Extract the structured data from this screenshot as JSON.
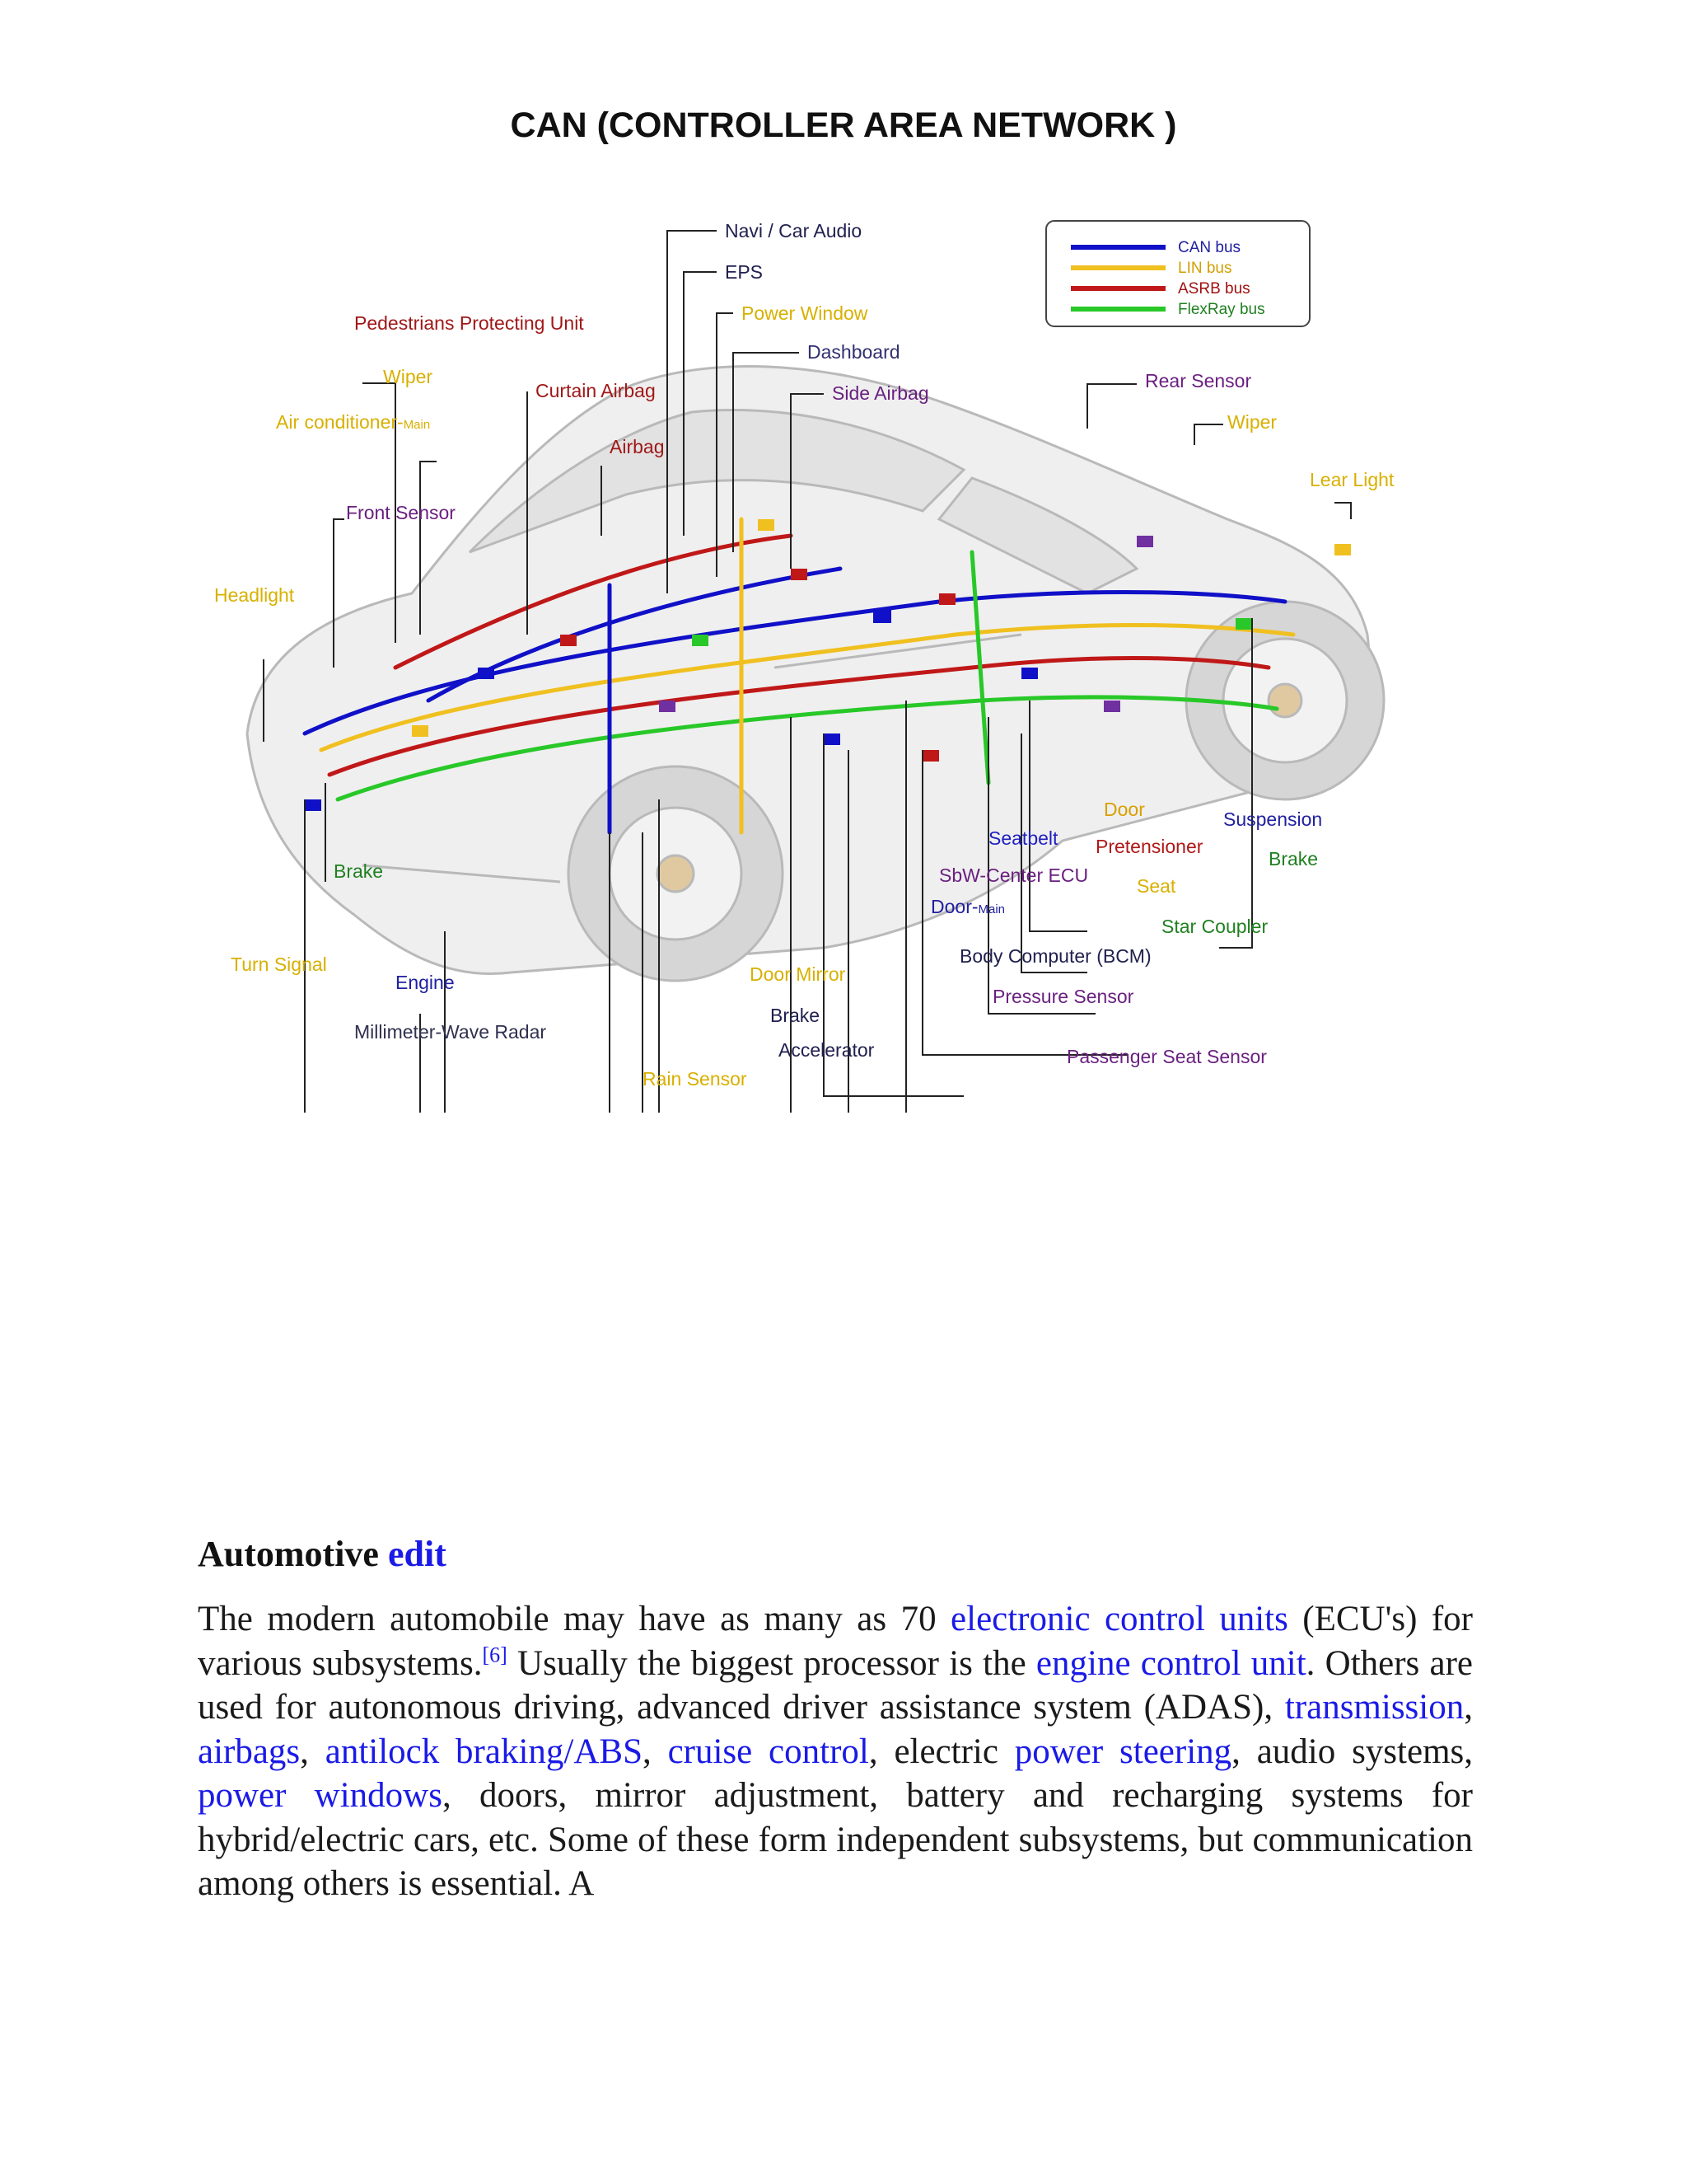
{
  "title": "CAN  (CONTROLLER AREA NETWORK )",
  "diagram": {
    "legend": [
      {
        "label": "CAN bus",
        "color": "#1010c8"
      },
      {
        "label": "LIN bus",
        "color": "#f0c020"
      },
      {
        "label": "ASRB bus",
        "color": "#c01818"
      },
      {
        "label": "FlexRay bus",
        "color": "#28c828"
      }
    ],
    "labels": {
      "navi": "Navi / Car Audio",
      "eps": "EPS",
      "power_window": "Power Window",
      "dashboard": "Dashboard",
      "side_airbag": "Side Airbag",
      "pedestrians": "Pedestrians Protecting Unit",
      "wiper_front": "Wiper",
      "curtain_airbag": "Curtain Airbag",
      "air_conditioner": "Air conditioner-",
      "air_conditioner_sub": "Main",
      "airbag": "Airbag",
      "front_sensor": "Front Sensor",
      "headlight": "Headlight",
      "rear_sensor": "Rear Sensor",
      "wiper_rear": "Wiper",
      "rear_light": "Lear Light",
      "door": "Door",
      "seatbelt": "Seatbelt",
      "pretensioner": "Pretensioner",
      "suspension": "Suspension",
      "brake_rear": "Brake",
      "sbw": "SbW-Center ECU",
      "seat": "Seat",
      "door_main": "Door-",
      "door_main_sub": "Main",
      "star_coupler": "Star Coupler",
      "bcm": "Body Computer (BCM)",
      "pressure_sensor": "Pressure Sensor",
      "door_mirror": "Door Mirror",
      "brake_center": "Brake",
      "accelerator": "Accelerator",
      "passenger_seat": "Passenger Seat Sensor",
      "rain_sensor": "Rain Sensor",
      "brake_front": "Brake",
      "turn_signal": "Turn Signal",
      "engine": "Engine",
      "radar": "Millimeter-Wave Radar"
    }
  },
  "section": {
    "heading": "Automotive",
    "edit": "edit"
  },
  "paragraph": {
    "t1": "The modern automobile may have as many as 70 ",
    "l1": "electronic control units",
    "t2": " (ECU's) for various subsystems.",
    "ref": "[6]",
    "t3": " Usually the biggest processor is the ",
    "l2": "engine control unit",
    "t4": ". Others are used for autonomous driving, advanced driver assistance system (ADAS), ",
    "l3": "transmission",
    "t5": ", ",
    "l4": "airbags",
    "t6": ", ",
    "l5": "antilock braking/ABS",
    "t7": ", ",
    "l6": "cruise control",
    "t8": ", electric ",
    "l7": "power steering",
    "t9": ", audio systems, ",
    "l8": "power windows",
    "t10": ", doors, mirror adjustment, battery and recharging systems for hybrid/electric cars, etc. Some of these form independent subsystems, but communication among others is essential. A"
  }
}
